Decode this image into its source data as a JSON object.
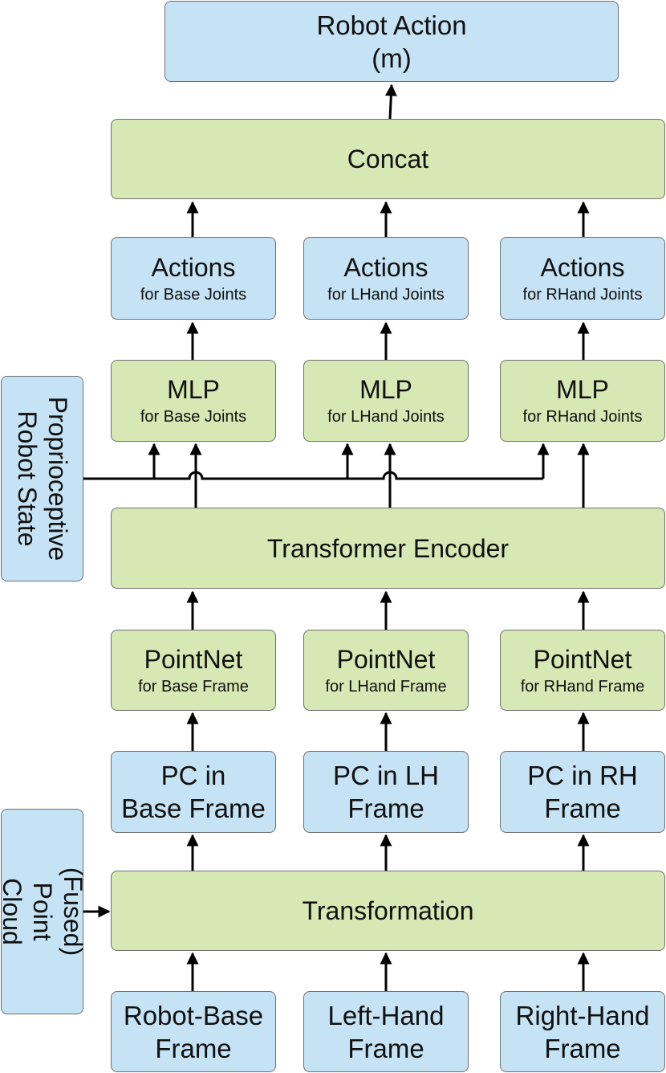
{
  "top": {
    "title": "Robot Action\n(m)"
  },
  "concat": {
    "title": "Concat"
  },
  "actions": [
    {
      "main": "Actions",
      "sub": "for Base Joints"
    },
    {
      "main": "Actions",
      "sub": "for LHand Joints"
    },
    {
      "main": "Actions",
      "sub": "for RHand Joints"
    }
  ],
  "mlp": [
    {
      "main": "MLP",
      "sub": "for Base Joints"
    },
    {
      "main": "MLP",
      "sub": "for LHand Joints"
    },
    {
      "main": "MLP",
      "sub": "for RHand Joints"
    }
  ],
  "proprio": {
    "title": "Proprioceptive\nRobot State"
  },
  "encoder": {
    "title": "Transformer Encoder"
  },
  "pointnet": [
    {
      "main": "PointNet",
      "sub": "for Base Frame"
    },
    {
      "main": "PointNet",
      "sub": "for LHand Frame"
    },
    {
      "main": "PointNet",
      "sub": "for RHand Frame"
    }
  ],
  "pc": [
    {
      "title": "PC in\nBase Frame"
    },
    {
      "title": "PC in LH\nFrame"
    },
    {
      "title": "PC in RH\nFrame"
    }
  ],
  "cloud": {
    "title": "(Fused) Point\nCloud"
  },
  "transformation": {
    "title": "Transformation"
  },
  "frames": [
    {
      "title": "Robot-Base\nFrame"
    },
    {
      "title": "Left-Hand\nFrame"
    },
    {
      "title": "Right-Hand\nFrame"
    }
  ],
  "colors": {
    "blue_box": "#c5e3f4",
    "green_box": "#d6e8b3",
    "border": "#6f6f6f",
    "arrow": "#000000"
  }
}
